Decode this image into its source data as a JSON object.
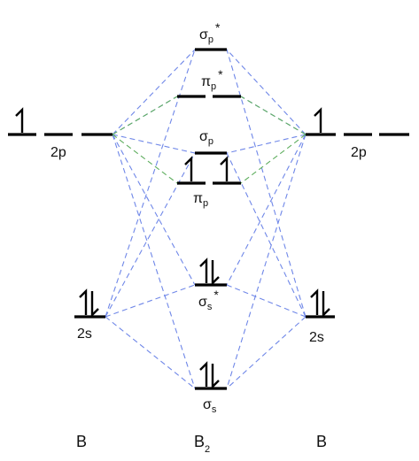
{
  "atoms": {
    "left_label": "B",
    "right_label": "B",
    "molecule_label": "B",
    "molecule_subscript": "2"
  },
  "atomic_orbitals": {
    "p_label": "2p",
    "s_label": "2s"
  },
  "molecular_orbitals": {
    "sigma_p_star": {
      "main": "σ",
      "sub": "p",
      "sup": "*"
    },
    "pi_p_star": {
      "main": "π",
      "sub": "p",
      "sup": "*"
    },
    "sigma_p": {
      "main": "σ",
      "sub": "p"
    },
    "pi_p": {
      "main": "π",
      "sub": "p"
    },
    "sigma_s_star": {
      "main": "σ",
      "sub": "s",
      "sup": "*"
    },
    "sigma_s": {
      "main": "σ",
      "sub": "s"
    }
  },
  "electron_occupancy": {
    "left_2p": [
      1,
      0,
      0
    ],
    "right_2p": [
      1,
      0,
      0
    ],
    "left_2s": 2,
    "right_2s": 2,
    "sigma_s": 2,
    "sigma_s_star": 2,
    "pi_p": [
      1,
      1
    ],
    "sigma_p": 0,
    "pi_p_star": [
      0,
      0
    ],
    "sigma_p_star": 0
  },
  "colors": {
    "levels": "#000000",
    "correlation_blue": "#6f87e8",
    "correlation_green": "#5fae5f"
  }
}
